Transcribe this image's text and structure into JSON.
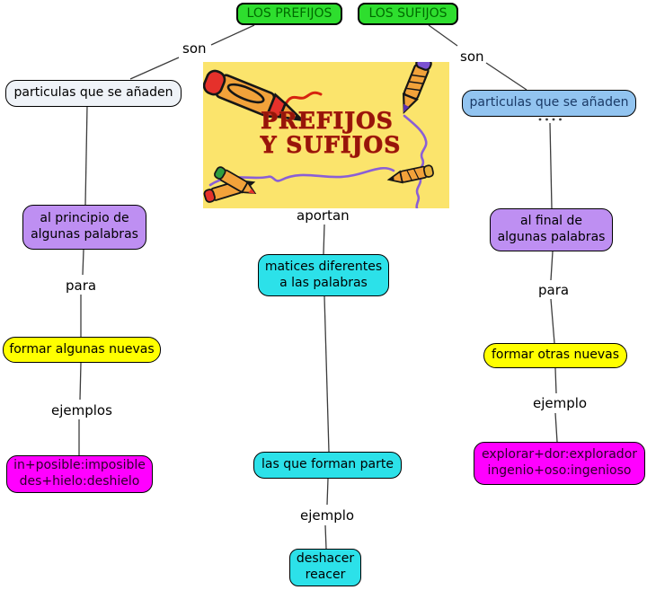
{
  "colors": {
    "root_fill": "#2EDE2E",
    "root_text": "#006A00",
    "line": "#3C3C3C",
    "left_particle_fill": "#EFF3F8",
    "right_particle_fill": "#92C4F0",
    "right_particle_text": "#1B3A66",
    "purple_fill": "#BE8FF2",
    "yellow_fill": "#FFFF00",
    "magenta_fill": "#FF00FF",
    "magenta_text": "#2B0029",
    "cyan_fill": "#2CE1E9",
    "picture_bg": "#FBE46C",
    "picture_title": "#96150A"
  },
  "roots": {
    "prefijos": "LOS PREFIJOS",
    "sufijos": "LOS SUFIJOS"
  },
  "picture": {
    "title_line1": "PREFIJOS",
    "title_line2": "Y SUFIJOS"
  },
  "left_branch": {
    "link_son": "son",
    "particulas": "particulas que se añaden",
    "principio": "al principio de\nalgunas palabras",
    "link_para": "para",
    "formar": "formar algunas nuevas",
    "link_ejemplos": "ejemplos",
    "ejemplos_text": "in+posible:imposible\ndes+hielo:deshielo"
  },
  "center_branch": {
    "link_aportan": "aportan",
    "matices": "matices diferentes\na las palabras",
    "forman_parte": "las que forman parte",
    "link_ejemplo": "ejemplo",
    "ejemplo_text": "deshacer\nreacer"
  },
  "right_branch": {
    "link_son": "son",
    "particulas": "particulas que se añaden",
    "final": "al final de\nalgunas palabras",
    "link_para": "para",
    "formar": "formar otras nuevas",
    "link_ejemplo": "ejemplo",
    "ejemplo_text": "explorar+dor:explorador\ningenio+oso:ingenioso"
  }
}
